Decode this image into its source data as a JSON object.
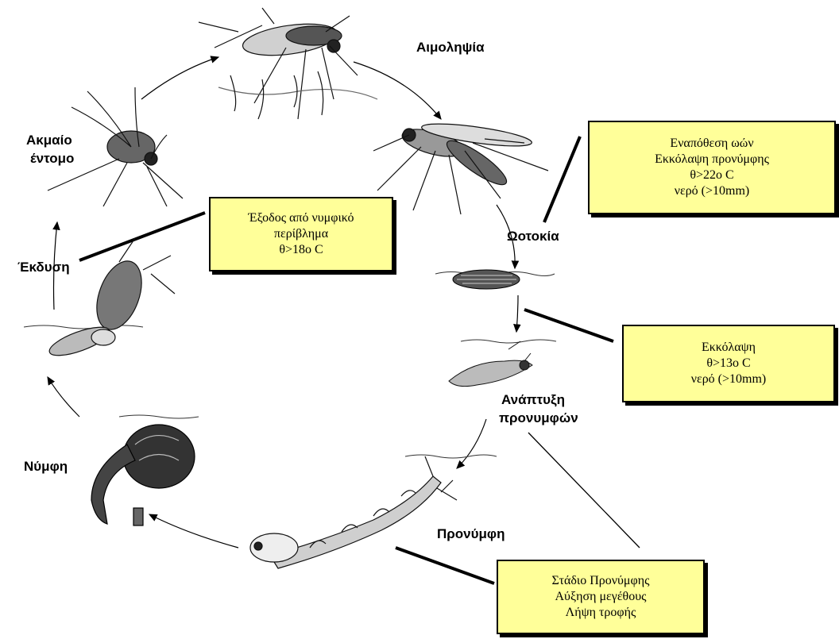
{
  "stages": {
    "blood_meal": "Αιμοληψία",
    "oviposition": "Ωοτοκία",
    "larval_development_1": "Ανάπτυξη",
    "larval_development_2": "προνυμφών",
    "larva": "Προνύμφη",
    "pupa": "Νύμφη",
    "emergence": "Έκδυση",
    "adult_1": "Ακμαίο",
    "adult_2": "έντομο"
  },
  "notes": {
    "oviposition": {
      "line1": "Εναπόθεση ωών",
      "line2": "Εκκόλαψη προνύμφης",
      "line3": "θ>22o C",
      "line4": "νερό (>10mm)"
    },
    "hatching": {
      "line1": "Εκκόλαψη",
      "line2": "θ>13o C",
      "line3": "νερό (>10mm)"
    },
    "larval_stage": {
      "line1": "Στάδιο Προνύμφης",
      "line2": "Αύξηση μεγέθους",
      "line3": "Λήψη τροφής"
    },
    "emergence": {
      "line1": "Έξοδος από νυμφικό",
      "line2": "περίβλημα",
      "line3": "θ>18o C"
    }
  },
  "colors": {
    "note_fill": "#ffff99",
    "ink": "#000000"
  }
}
